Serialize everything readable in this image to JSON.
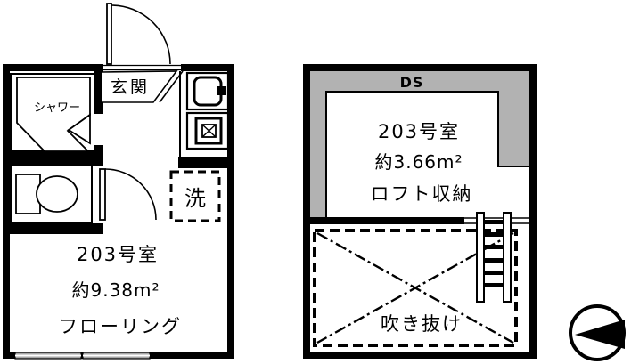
{
  "colors": {
    "wall": "#000000",
    "line": "#000000",
    "duct_fill": "#b2b2b2",
    "window_fill": "#a6a6a6",
    "background": "#ffffff"
  },
  "left_plan": {
    "entrance_label": "玄関",
    "shower_label": "シャワー",
    "laundry_label": "洗",
    "room_label": "203号室",
    "area_label": "約9.38m²",
    "floor_label": "フローリング"
  },
  "right_plan": {
    "duct_label": "DS",
    "room_label": "203号室",
    "area_label": "約3.66m²",
    "loft_label": "ロフト収納",
    "void_label": "吹き抜け"
  }
}
